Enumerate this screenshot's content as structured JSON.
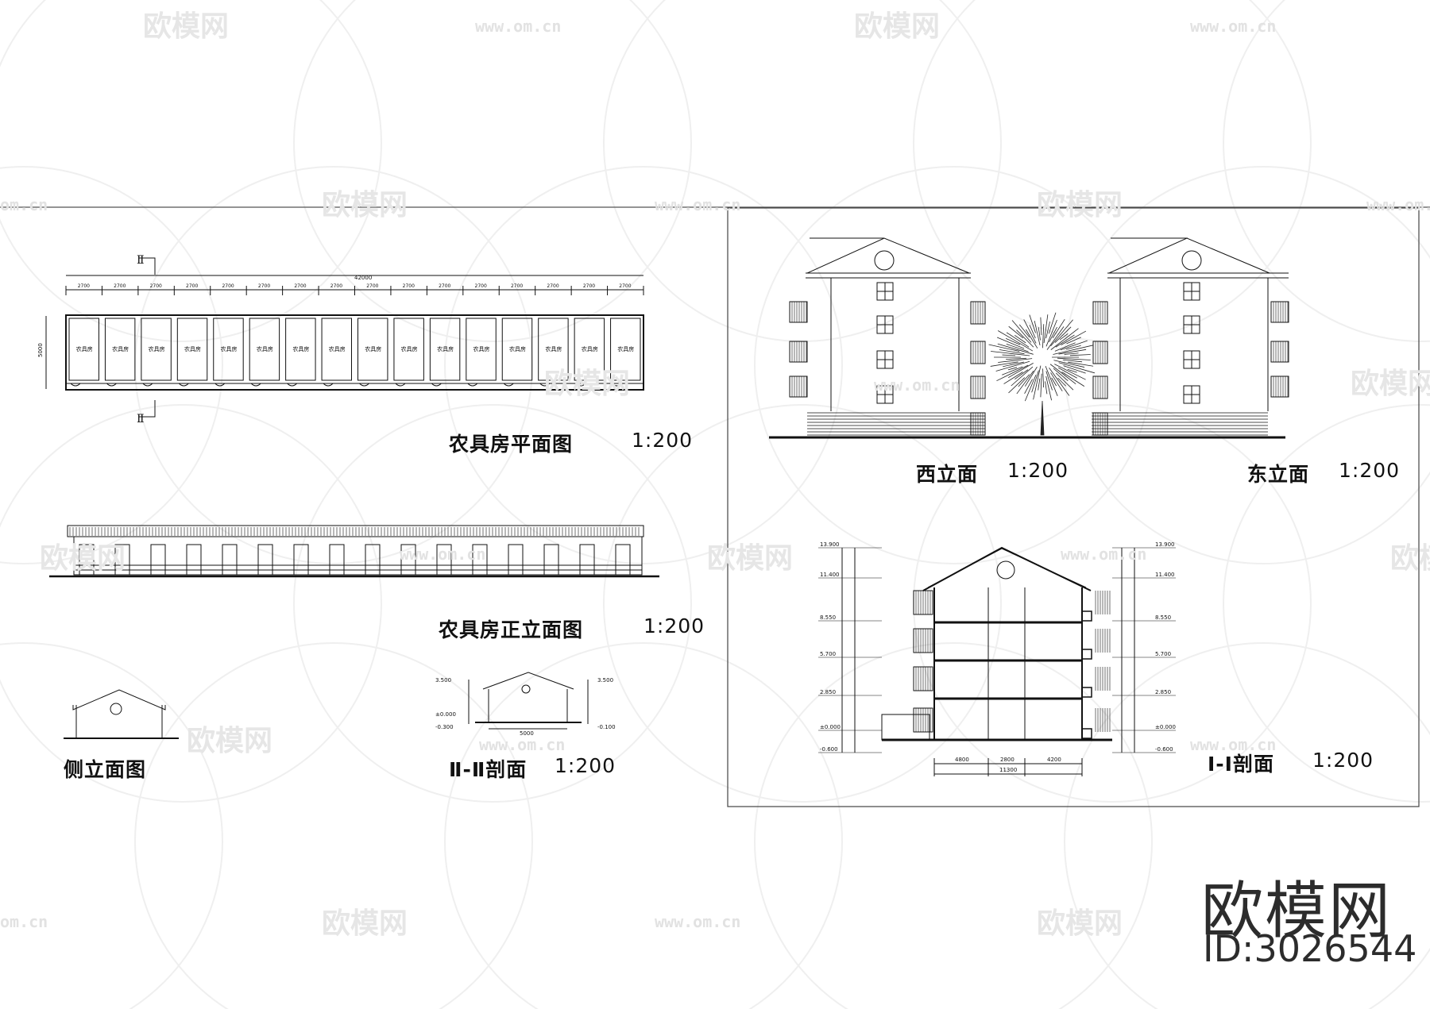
{
  "watermark": {
    "brand": "欧模网",
    "url": "www.om.cn",
    "url_short": "om.cn"
  },
  "drawings": {
    "farm_plan": {
      "title": "农具房平面图",
      "scale": "1:200",
      "room_label": "农具房",
      "bay_dim": "2700",
      "total_dim": "42000",
      "depth_dim": "5000",
      "section_mark": "Ⅱ"
    },
    "farm_front": {
      "title": "农具房正立面图",
      "scale": "1:200"
    },
    "farm_side": {
      "title": "侧立面图"
    },
    "farm_section": {
      "title": "Ⅱ-Ⅱ剖面",
      "scale": "1:200",
      "width_dim": "5000",
      "top_elev": "3.500",
      "base_elev": "±0.000",
      "low_elev": "-0.300",
      "right_low": "-0.100"
    },
    "west_elev": {
      "title": "西立面",
      "scale": "1:200"
    },
    "east_elev": {
      "title": "东立面",
      "scale": "1:200"
    },
    "section_1": {
      "title": "Ⅰ-Ⅰ剖面",
      "scale": "1:200",
      "elevations": [
        "13.900",
        "11.400",
        "8.550",
        "5.700",
        "2.850",
        "±0.000",
        "-0.600"
      ],
      "bottom_dims": [
        "4800",
        "2800",
        "4200"
      ],
      "bottom_total": "11300"
    }
  },
  "brand_label": "欧模网",
  "id_label": "ID:3026544"
}
